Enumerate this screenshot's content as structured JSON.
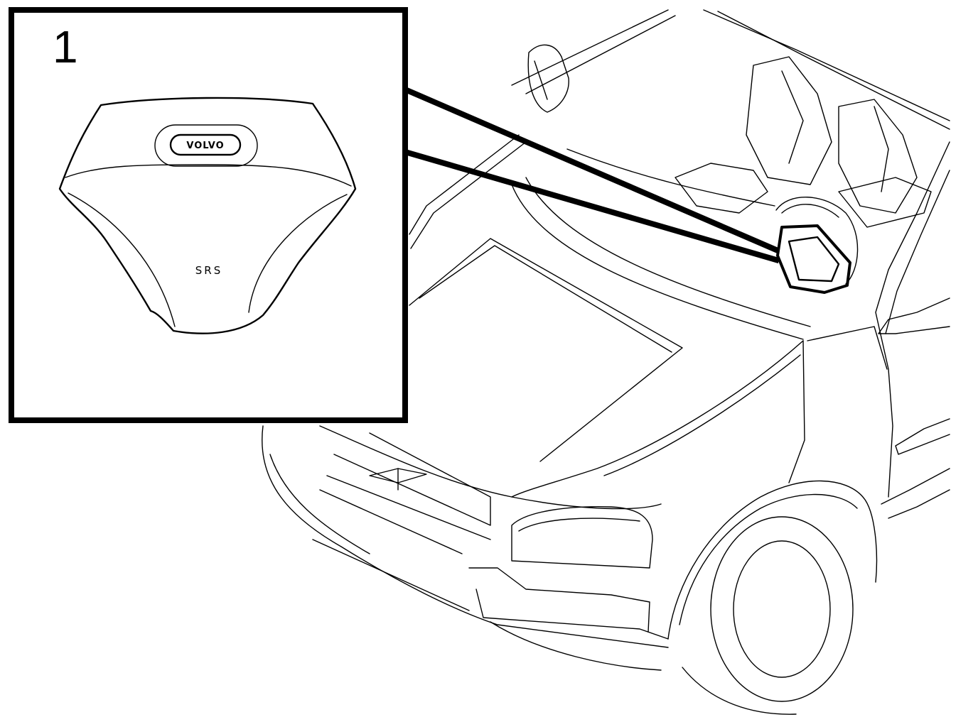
{
  "callout": {
    "number": "1"
  },
  "airbag": {
    "logo_text": "VOLVO",
    "label": "SRS"
  },
  "colors": {
    "line": "#000000",
    "background": "#ffffff"
  }
}
